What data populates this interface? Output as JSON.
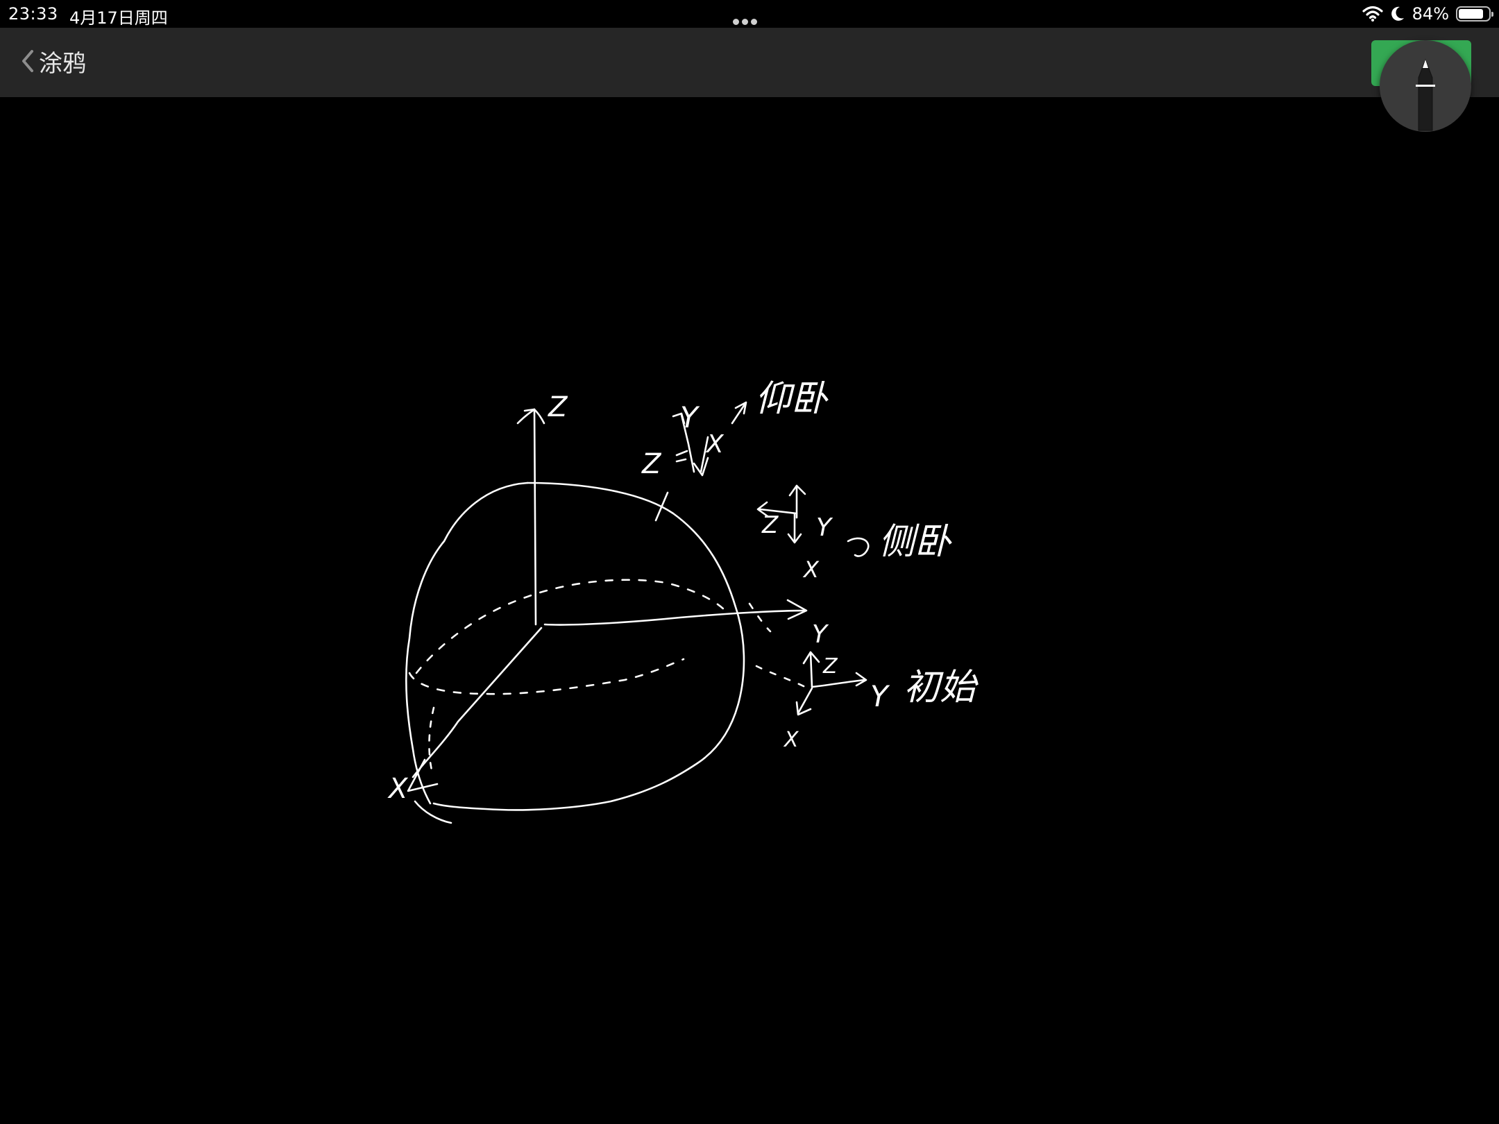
{
  "status_bar": {
    "time": "23:33",
    "date": "4月17日周四",
    "battery_percent": "84%",
    "battery_level": 0.84
  },
  "nav": {
    "back_label": "涂鸦"
  },
  "colors": {
    "nav_background": "#262626",
    "canvas_background": "#000000",
    "done_button": "#34a853",
    "ink": "#ffffff"
  },
  "icons": {
    "back": "chevron-left-icon",
    "wifi": "wifi-icon",
    "focus": "moon-icon",
    "battery": "battery-icon",
    "tool": "pencil-icon"
  },
  "drawing": {
    "labels": {
      "axis_z": "Z",
      "axis_x": "X",
      "pitch_y": "Y",
      "pitch_x": "X",
      "pitch_z": "Z",
      "pitch_name": "仰卧",
      "side_z": "Z",
      "side_y": "Y",
      "side_x": "X",
      "side_name": "侧卧",
      "axis_y": "Y",
      "init_z": "Z",
      "init_y": "Y",
      "init_x": "X",
      "init_name": "初始"
    }
  }
}
